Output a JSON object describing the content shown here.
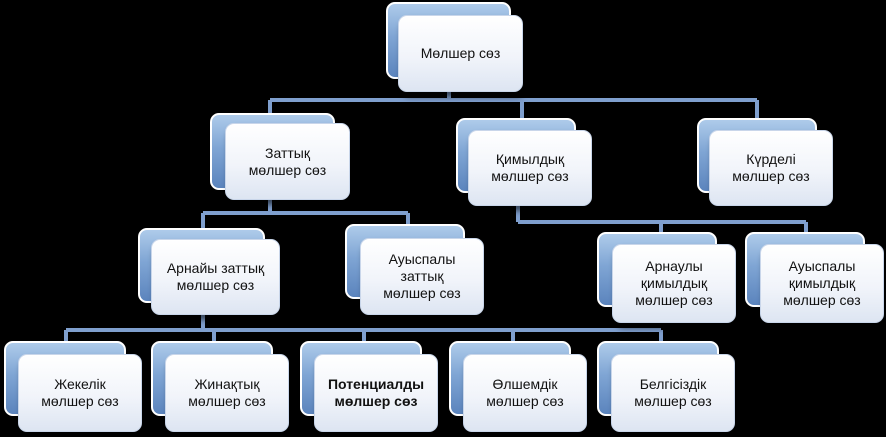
{
  "colors": {
    "background": "#000000",
    "connector": "#7f9fce",
    "box_outer": "#7fa5d4",
    "box_inner": "#ffffff"
  },
  "nodes": {
    "root": {
      "line1": "Мөлшер сөз",
      "line2": "",
      "line3": ""
    },
    "zattyq": {
      "line1": "Заттық",
      "line2": "мөлшер сөз",
      "line3": ""
    },
    "qimyldyq": {
      "line1": "Қимылдық",
      "line2": "мөлшер сөз",
      "line3": ""
    },
    "kurdeli": {
      "line1": "Күрделі",
      "line2": "мөлшер сөз",
      "line3": ""
    },
    "arnaiy_zattyq": {
      "line1": "Арнайы заттық",
      "line2": "мөлшер сөз",
      "line3": ""
    },
    "auyspaly_zattyq": {
      "line1": "Ауыспалы",
      "line2": "заттық",
      "line3": "мөлшер сөз"
    },
    "arnauly_qimyldyq": {
      "line1": "Арнаулы",
      "line2": "қимылдық",
      "line3": "мөлшер сөз"
    },
    "auyspaly_qimyldyq": {
      "line1": "Ауыспалы",
      "line2": "қимылдық",
      "line3": "мөлшер сөз"
    },
    "zhekelik": {
      "line1": "Жекелік",
      "line2": "мөлшер сөз",
      "line3": ""
    },
    "zhinaqtyq": {
      "line1": "Жинақтық",
      "line2": "мөлшер сөз",
      "line3": ""
    },
    "potencialdy": {
      "line1": "Потенциалды",
      "line2": "мөлшер сөз",
      "line3": ""
    },
    "olshemdik": {
      "line1": "Өлшемдік",
      "line2": "мөлшер сөз",
      "line3": ""
    },
    "belgisizdik": {
      "line1": "Белгісіздік",
      "line2": "мөлшер сөз",
      "line3": ""
    }
  }
}
